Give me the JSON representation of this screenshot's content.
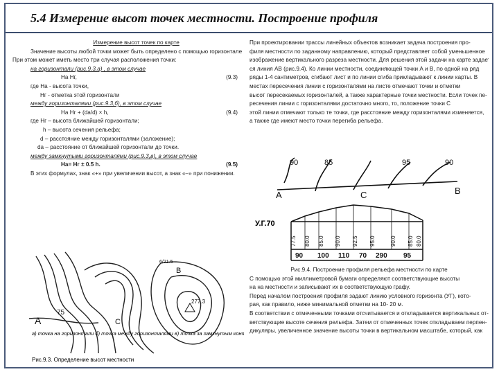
{
  "slide": {
    "title": "5.4 Измерение высот точек местности. Построение профиля"
  },
  "left": {
    "heading": "Измерение высот точек по карте",
    "lines": [
      "Значение высоты любой точки может быть определено с помощью горизонталей.",
      "При этом может иметь место три случая расположения точки:"
    ],
    "case_a": "на горизонтали (рис.9.3,а) , в этом случае",
    "eq1": {
      "formula": "Hа  Hг,",
      "num": "(9.3)"
    },
    "where1": "где Hа - высота точки,",
    "where1b": "Hг - отметка этой горизонтали",
    "case_b": "между горизонталями (рис.9.3,б), в этом случае",
    "eq2": {
      "formula": "Hа  Hг + (da/d) × h,",
      "num": "(9.4)"
    },
    "where2": [
      "где  Hг – высота ближайшей горизонтали;",
      "h  – высота сечения рельефа;",
      "d – расстояние между горизонталями (заложение);",
      "da – расстояние от ближайшей горизонтали до точки."
    ],
    "case_c": "между замкнутыми горизонталями (рис.9.3,в), в этом случае",
    "eq3": {
      "formula": "Hа= Hг ± 0.5 h.",
      "num": "(9.5)"
    },
    "note": "В этих формулах, знак «+» при увеличении высот, а знак «–» при понижении.",
    "map_labels": [
      "A",
      "75",
      "В",
      "С",
      "6/21.5",
      "277.3"
    ],
    "caption_parts": "а) точка на горизонтали   б) точка между горизонталями   в) точка за замкнутым контуре горизонтали",
    "caption": "Рис.9.3. Определение высот местности"
  },
  "right": {
    "lines": [
      "При проектировании трассы линейных объектов возникает задача построения про-",
      "филя местности по заданному направлению, который представляет собой уменьшенное",
      "изображение вертикального разреза местности. Для решения этой задачи на карте задает-",
      "ся линия АВ (рис.9.4). Ко линии местности, соединяющей точки А и В, по одной на ряд",
      "ряды 1-4 сантиметров, сгибают лист и по линии сгиба прикладывают к линии карты. В",
      "местах пересечения линии с горизонталями на листе отмечают точки и отметки",
      "высот пересекаемых горизонталей, а также характерные точки местности. Если точек пе-",
      "ресечения линии с горизонталями достаточно много, то, положение точки С",
      "этой линии отмечают только те точки, где расстояние между горизонталями изменяется,",
      "а также где имеют место точки перегиба рельефа."
    ],
    "profile_labels": [
      "90",
      "85",
      "95",
      "90",
      "A",
      "C",
      "B"
    ],
    "axis_label": "У.Г.70",
    "elev_values": [
      "77.5",
      "80.0",
      "85.0",
      "90.0",
      "92.5",
      "95.0",
      "90.0",
      "85.0",
      "80.0"
    ],
    "dist_values": [
      "90",
      "100",
      "110",
      "70",
      "290",
      "95"
    ],
    "caption": "Рис.9.4. Построение профиля рельефа местности по карте",
    "lines2": [
      "С помощью этой миллиметровой бумаги определяют соответствующие высоты",
      "на на местности и записывают их в соответствующую графу.",
      "Перед началом построения профиля задают линию условного горизонта (УГ), кото-",
      "рая, как правило, ниже минимальной отметки на 10- 20 м.",
      "В соответствии с отмеченными точками отсчитывается и откладывается вертикальных от-",
      "ветствующие высоте сечения рельефа. Затем от отмеченных точек откладываем перпен-",
      "дикуляры, увеличенное значение высоты точки в вертикальном масштабе, который, как"
    ]
  }
}
